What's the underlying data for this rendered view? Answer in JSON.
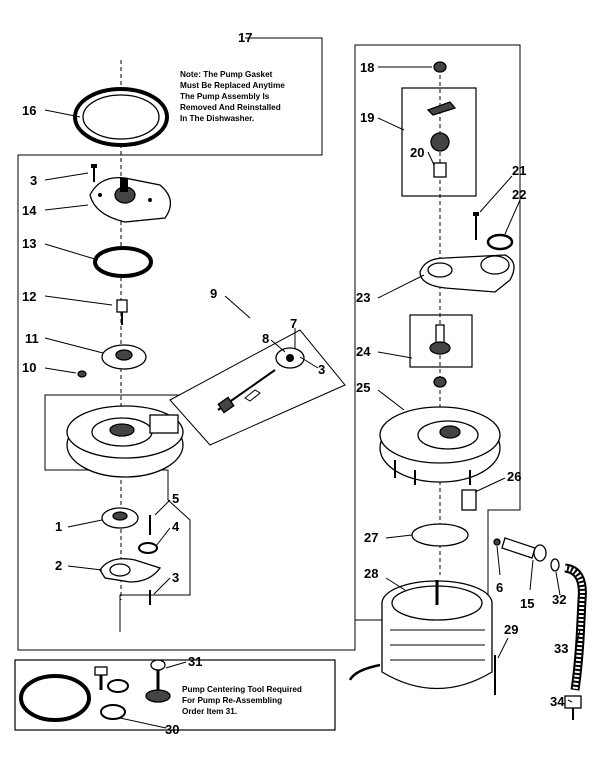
{
  "note_top": [
    "Note: The Pump Gasket",
    "Must Be Replaced Anytime",
    "The Pump Assembly Is",
    "Removed And Reinstalled",
    "In The Dishwasher."
  ],
  "note_bottom": [
    "Pump Centering Tool Required",
    "For Pump Re-Assembling",
    "Order Item 31."
  ],
  "callouts": [
    {
      "id": "c16",
      "text": "16"
    },
    {
      "id": "c3a",
      "text": "3"
    },
    {
      "id": "c14",
      "text": "14"
    },
    {
      "id": "c13",
      "text": "13"
    },
    {
      "id": "c12",
      "text": "12"
    },
    {
      "id": "c11",
      "text": "11"
    },
    {
      "id": "c10",
      "text": "10"
    },
    {
      "id": "c9",
      "text": "9"
    },
    {
      "id": "c8",
      "text": "8"
    },
    {
      "id": "c7",
      "text": "7"
    },
    {
      "id": "c3b",
      "text": "3"
    },
    {
      "id": "c5",
      "text": "5"
    },
    {
      "id": "c1",
      "text": "1"
    },
    {
      "id": "c4",
      "text": "4"
    },
    {
      "id": "c2",
      "text": "2"
    },
    {
      "id": "c3c",
      "text": "3"
    },
    {
      "id": "c17",
      "text": "17"
    },
    {
      "id": "c18",
      "text": "18"
    },
    {
      "id": "c19",
      "text": "19"
    },
    {
      "id": "c20",
      "text": "20"
    },
    {
      "id": "c21",
      "text": "21"
    },
    {
      "id": "c22",
      "text": "22"
    },
    {
      "id": "c23",
      "text": "23"
    },
    {
      "id": "c24",
      "text": "24"
    },
    {
      "id": "c25",
      "text": "25"
    },
    {
      "id": "c26",
      "text": "26"
    },
    {
      "id": "c27",
      "text": "27"
    },
    {
      "id": "c28",
      "text": "28"
    },
    {
      "id": "c6",
      "text": "6"
    },
    {
      "id": "c15",
      "text": "15"
    },
    {
      "id": "c32",
      "text": "32"
    },
    {
      "id": "c29",
      "text": "29"
    },
    {
      "id": "c33",
      "text": "33"
    },
    {
      "id": "c31",
      "text": "31"
    },
    {
      "id": "c30",
      "text": "30"
    },
    {
      "id": "c34",
      "text": "34"
    }
  ]
}
